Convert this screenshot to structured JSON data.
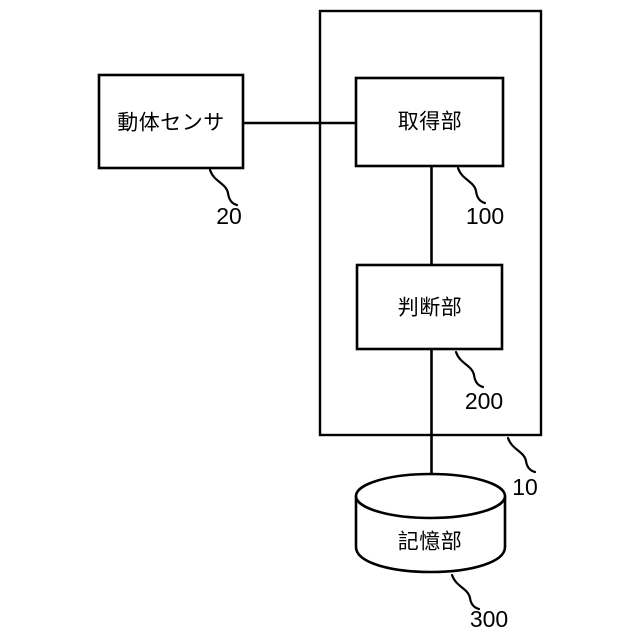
{
  "figure": {
    "title": "System block diagram",
    "background_color": "#ffffff",
    "line_color": "#000000"
  },
  "nodes": {
    "motion_sensor": {
      "label": "動体センサ",
      "shape": "rectangle",
      "reference": "20"
    },
    "acquisition_unit": {
      "label": "取得部",
      "shape": "rectangle",
      "reference": "100"
    },
    "judgment_unit": {
      "label": "判断部",
      "shape": "rectangle",
      "reference": "200"
    },
    "storage_unit": {
      "label": "記憶部",
      "shape": "cylinder",
      "reference": "300"
    },
    "device_container": {
      "label": "",
      "shape": "rectangle",
      "reference": "10"
    }
  },
  "reference_numbers": {
    "motion_sensor": "20",
    "acquisition_unit": "100",
    "judgment_unit": "200",
    "storage_unit": "300",
    "device_container": "10"
  },
  "connections": [
    {
      "from": "motion_sensor",
      "to": "acquisition_unit",
      "orientation": "horizontal"
    },
    {
      "from": "acquisition_unit",
      "to": "judgment_unit",
      "orientation": "vertical"
    },
    {
      "from": "judgment_unit",
      "to": "storage_unit",
      "orientation": "vertical"
    }
  ]
}
